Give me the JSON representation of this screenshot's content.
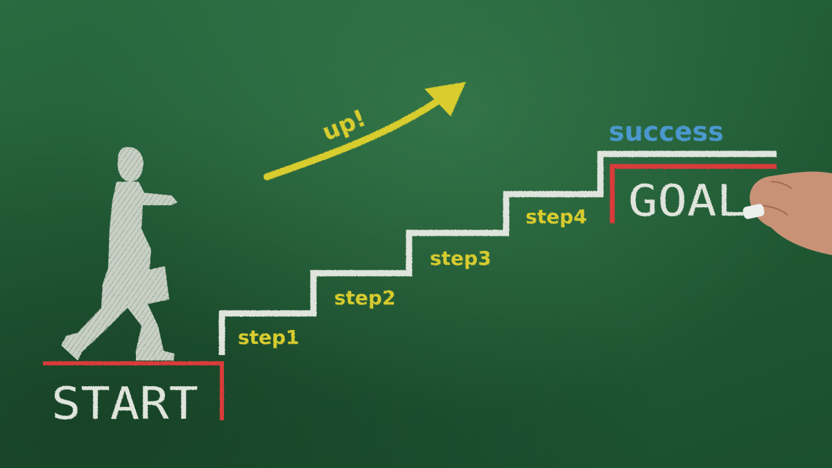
{
  "labels": {
    "up": "up!",
    "success": "success",
    "goal": "GOAL",
    "start": "START",
    "steps": [
      "step1",
      "step2",
      "step3",
      "step4"
    ]
  },
  "colors": {
    "board": "#215c36",
    "chalk_white": "#dfe4dc",
    "chalk_yellow": "#d8cc2e",
    "chalk_red": "#d93a3a",
    "chalk_blue": "#4b98cf"
  },
  "icons": [
    "walking-businessman-figure",
    "up-arrow-icon",
    "hand-with-chalk"
  ]
}
